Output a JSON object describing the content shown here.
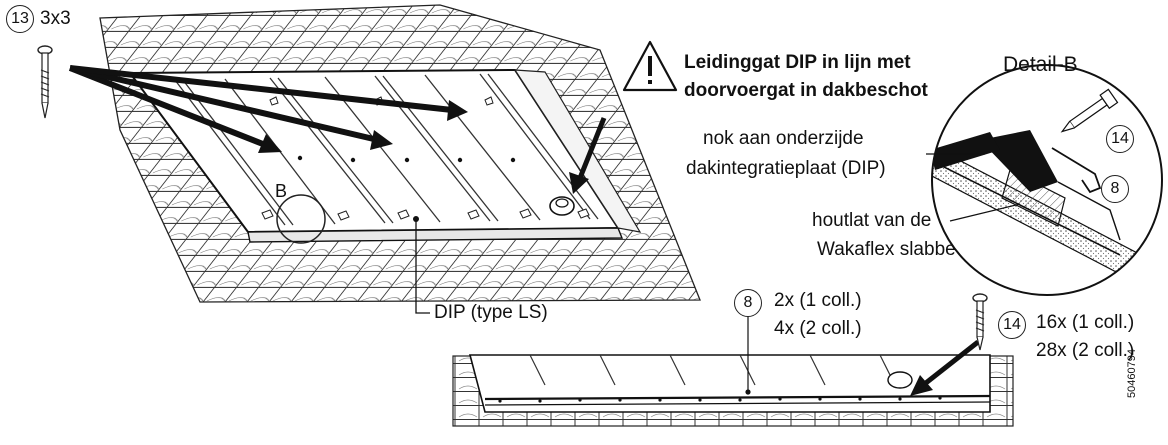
{
  "part13": {
    "number": "13",
    "quantity": "3x3"
  },
  "warning": {
    "line1": "Leidinggat DIP in lijn met",
    "line2": "doorvoergat in dakbeschot"
  },
  "detail": {
    "title": "Detail-B",
    "nok_line1": "nok aan onderzijde",
    "nok_line2": "dakintegratieplaat (DIP)",
    "houtlat_line1": "houtlat van de",
    "houtlat_line2": "Wakaflex slabbe",
    "part14": "14",
    "part8": "8"
  },
  "callout_b": "B",
  "dip_label": "DIP (type LS)",
  "part8_qty": {
    "number": "8",
    "line1": "2x (1 coll.)",
    "line2": "4x (2 coll.)"
  },
  "part14_qty": {
    "number": "14",
    "line1": "16x (1 coll.)",
    "line2": "28x (2 coll.)"
  },
  "doc_code": "50460794"
}
